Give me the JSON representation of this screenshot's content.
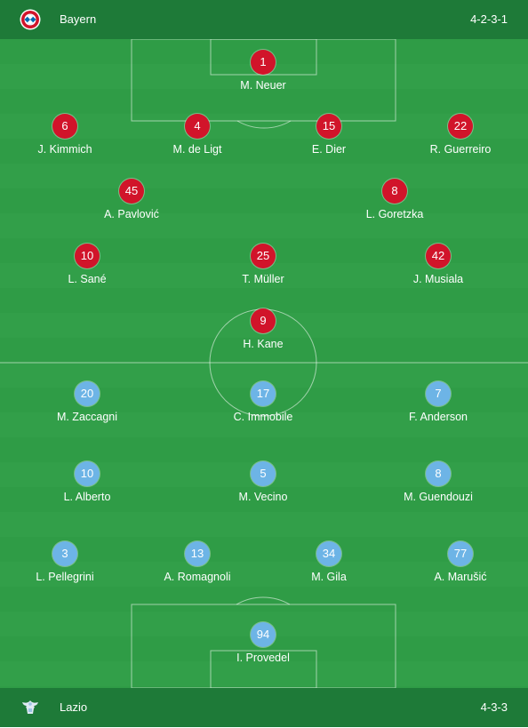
{
  "home": {
    "team": "Bayern",
    "formation": "4-2-3-1",
    "players": [
      {
        "number": "1",
        "name": "M. Neuer"
      },
      {
        "number": "6",
        "name": "J. Kimmich"
      },
      {
        "number": "4",
        "name": "M. de Ligt"
      },
      {
        "number": "15",
        "name": "E. Dier"
      },
      {
        "number": "22",
        "name": "R. Guerreiro"
      },
      {
        "number": "45",
        "name": "A. Pavlović"
      },
      {
        "number": "8",
        "name": "L. Goretzka"
      },
      {
        "number": "10",
        "name": "L. Sané"
      },
      {
        "number": "25",
        "name": "T. Müller"
      },
      {
        "number": "42",
        "name": "J. Musiala"
      },
      {
        "number": "9",
        "name": "H. Kane"
      }
    ]
  },
  "away": {
    "team": "Lazio",
    "formation": "4-3-3",
    "players": [
      {
        "number": "20",
        "name": "M. Zaccagni"
      },
      {
        "number": "17",
        "name": "C. Immobile"
      },
      {
        "number": "7",
        "name": "F. Anderson"
      },
      {
        "number": "10",
        "name": "L. Alberto"
      },
      {
        "number": "5",
        "name": "M. Vecino"
      },
      {
        "number": "8",
        "name": "M. Guendouzi"
      },
      {
        "number": "3",
        "name": "L. Pellegrini"
      },
      {
        "number": "13",
        "name": "A. Romagnoli"
      },
      {
        "number": "34",
        "name": "M. Gila"
      },
      {
        "number": "77",
        "name": "A. Marušić"
      },
      {
        "number": "94",
        "name": "I. Provedel"
      }
    ]
  },
  "colors": {
    "home_badge": "#d1142a",
    "away_badge": "#6db4e6",
    "bar": "#1e7a38",
    "pitch": "#2f9c46"
  }
}
